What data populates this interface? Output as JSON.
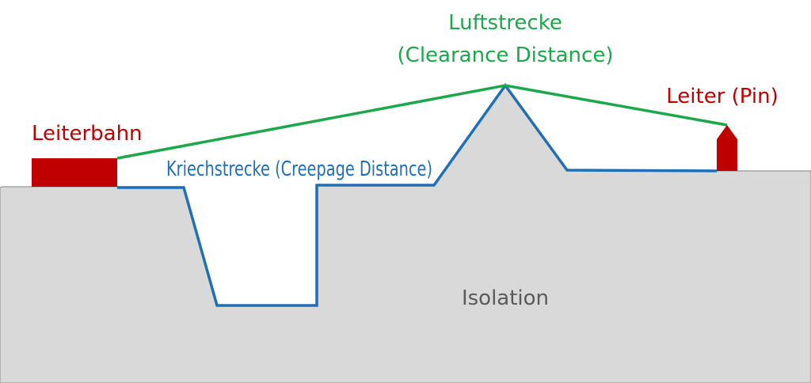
{
  "labels": {
    "conductor_track": "Leiterbahn",
    "clearance_line1": "Luftstrecke",
    "clearance_line2": "(Clearance Distance)",
    "conductor_pin": "Leiter (Pin)",
    "creepage": "Kriechstrecke (Creepage Distance)",
    "insulation": "Isolation"
  },
  "colors": {
    "conductor": "#c00000",
    "clearance": "#1aa84a",
    "creepage": "#1f6fb8",
    "insulation_fill": "#d9d9d9",
    "insulation_stroke": "#a6a6a6",
    "insulation_text": "#5a5a5a"
  }
}
